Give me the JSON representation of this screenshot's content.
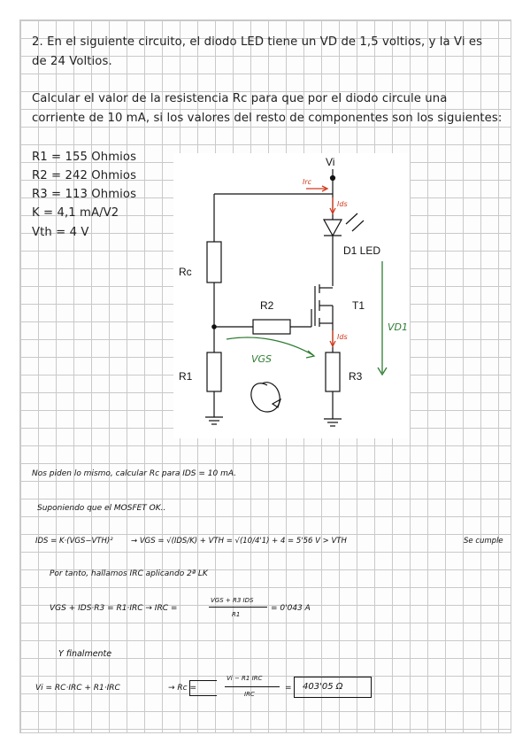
{
  "problem": {
    "line1": "2. En el siguiente circuito, el diodo LED tiene un VD de 1,5 voltios, y la Vi es",
    "line2": "de 24 Voltios.",
    "line3": "Calcular el valor de la resistencia Rc para que por el diodo circule una",
    "line4": "corriente de 10 mA, si los valores del resto de componentes son los siguientes:"
  },
  "values": [
    "R1 = 155 Ohmios",
    "R2 = 242 Ohmios",
    "R3 = 113 Ohmios",
    "K = 4,1 mA/V2",
    "Vth = 4 V"
  ],
  "circuit": {
    "vi": "Vi",
    "rc": "Rc",
    "r2": "R2",
    "t1": "T1",
    "r1": "R1",
    "r3": "R3",
    "d1": "D1 LED",
    "irc": "Irc",
    "ids_top": "Ids",
    "ids_bottom": "Ids",
    "vgs": "VGS",
    "vd1": "VD1"
  },
  "solution": {
    "s1": "Nos piden lo mismo, calcular Rc para IDS = 10 mA.",
    "s2": "Suponiendo que el MOSFET OK..",
    "s3a": "IDS = K·(VGS−VTH)²",
    "s3b": "→ VGS = √(IDS/K) + VTH = √(10/4'1) + 4 = 5'56 V > VTH",
    "s3c": "Se cumple",
    "s4": "Por tanto, hallamos IRC aplicando 2ª LK",
    "s5a": "VGS + IDS·R3 = R1·IRC → IRC =",
    "s5b_num": "VGS + R3 IDS",
    "s5b_den": "R1",
    "s5c": "= 0'043 A",
    "s6": "Y finalmente",
    "s7a": "Vi = RC·IRC + R1·IRC",
    "s7b": "→ Rc =",
    "s7c_num": "Vi − R1 IRC",
    "s7c_den": "IRC",
    "s7d": "=",
    "s7e": "403'05 Ω"
  }
}
